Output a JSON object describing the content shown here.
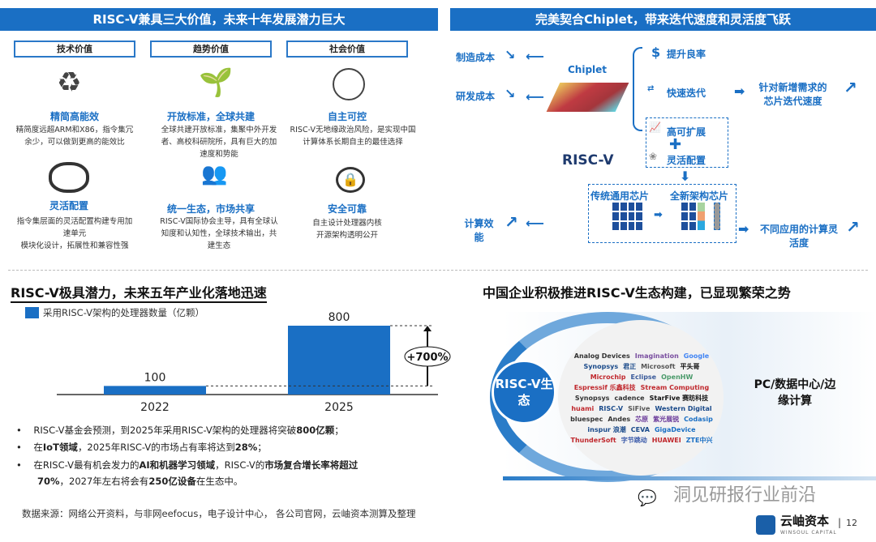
{
  "top_left": {
    "banner": "RISC-V兼具三大价值，未来十年发展潜力巨大",
    "columns": [
      {
        "header": "技术价值",
        "items": [
          {
            "icon": "recycle-leaf-icon",
            "title": "精简高能效",
            "bullets": [
              "精简度远超ARM和X86，指令集冗余少，可以做到更高的能效比"
            ]
          },
          {
            "icon": "pretzel-icon",
            "title": "灵活配置",
            "bullets": [
              "指令集层面的灵活配置构建专用加速单元",
              "模块化设计，拓展性和兼容性强"
            ]
          }
        ]
      },
      {
        "header": "趋势价值",
        "items": [
          {
            "icon": "sprout-icon",
            "title": "开放标准，全球共建",
            "bullets": [
              "全球共建开放标准，集聚中外开发者、高校科研院所，具有巨大的加速度和势能"
            ]
          },
          {
            "icon": "team-idea-icon",
            "title": "统一生态，市场共享",
            "bullets": [
              "RISC-V国际协会主导，具有全球认知度和认知性，全球技术输出，共建生态"
            ]
          }
        ]
      },
      {
        "header": "社会价值",
        "items": [
          {
            "icon": "globe-icon",
            "title": "自主可控",
            "bullets": [
              "RISC-V无地缘政治风险，是实现中国计算体系长期自主的最佳选择"
            ]
          },
          {
            "icon": "lock-icon",
            "title": "安全可靠",
            "bullets": [
              "自主设计处理器内核",
              "开源架构透明公开"
            ]
          }
        ]
      }
    ]
  },
  "top_right": {
    "banner": "完美契合Chiplet，带来迭代速度和灵活度飞跃",
    "mfg_cost": "制造成本",
    "rd_cost": "研发成本",
    "chiplet_label": "Chiplet",
    "risc_v_logo": "RISC-V",
    "benefit_yield": "提升良率",
    "benefit_iter": "快速迭代",
    "iter_result": "针对新增需求的芯片迭代速度",
    "benefit_scale": "高可扩展",
    "benefit_config": "灵活配置",
    "traditional_chip": "传统通用芯片",
    "new_chip": "全新架构芯片",
    "compute_eff": "计算效能",
    "flex_result": "不同应用的计算灵活度",
    "colors": {
      "accent": "#1a6fc4",
      "dark_block": "#1e4f9c"
    }
  },
  "bottom_left": {
    "title": "RISC-V极具潜力，未来五年产业化落地迅速",
    "growth_label": "+700%",
    "bullets": [
      [
        "RISC-V基金会预测，到2025年采用RISC-V架构的处理器将突破",
        "800亿颗",
        "；"
      ],
      [
        "在",
        "IoT领域",
        "，2025年RISC-V的市场占有率将达到",
        "28%",
        "；"
      ],
      [
        "在RISC-V最有机会发力的",
        "AI和机器学习领域",
        "，RISC-V的",
        "市场复合增长率将超过70%",
        "，2027年左右将会有",
        "250亿设备",
        "在生态中。"
      ]
    ],
    "source": "数据来源：网络公开资料，与非网eefocus，电子设计中心， 各公司官网，云岫资本测算及整理"
  },
  "chart_data": {
    "type": "bar",
    "categories": [
      "2022",
      "2025"
    ],
    "series": [
      {
        "name": "采用RISC-V架构的处理器数量（亿颗）",
        "values": [
          100,
          800
        ]
      }
    ],
    "legend": "top-left",
    "color": "#1a6fc4",
    "annotation": "+700%"
  },
  "bottom_right": {
    "title": "中国企业积极推进RISC-V生态构建，已显现繁荣之势",
    "center": "RISC-V生态",
    "right_label": "PC/数据中心/边缘计算",
    "logos": [
      "Analog Devices",
      "Imagination",
      "Google",
      "Synopsys",
      "君正",
      "Microsoft",
      "平头哥",
      "Microchip",
      "Eclipse",
      "OpenHW",
      "Espressif 乐鑫科技",
      "Stream Computing",
      "Synopsys",
      "cadence",
      "StarFive 赛昉科技",
      "huami",
      "RISC-V",
      "SiFive",
      "Western Digital",
      "bluespec",
      "Andes",
      "芯原",
      "紫光展锐",
      "Codasip",
      "inspur 浪潮",
      "CEVA",
      "GigaDevice",
      "ThunderSoft",
      "字节跳动",
      "HUAWEI",
      "ZTE中兴"
    ]
  },
  "footer": {
    "wechat_watermark": "洞见研报行业前沿",
    "brand": "云岫资本",
    "brand_en": "WINSOUL CAPITAL",
    "page": "12"
  }
}
